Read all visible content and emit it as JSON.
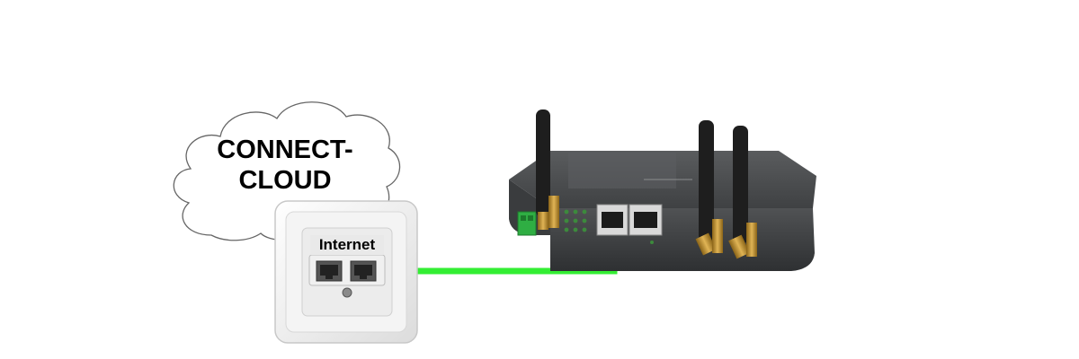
{
  "cloud": {
    "label_line1": "CONNECT-",
    "label_line2": "CLOUD"
  },
  "wall_socket": {
    "label": "Internet"
  },
  "colors": {
    "cable": "#33ee33",
    "router_body": "#4a4c4e",
    "antenna": "#1e1e1e",
    "connector_gold": "#b58a2e",
    "terminal_green": "#2fae43"
  },
  "icons": [
    "cloud-icon",
    "wall-socket-icon",
    "router-icon",
    "antenna-icon",
    "ethernet-port-icon"
  ]
}
